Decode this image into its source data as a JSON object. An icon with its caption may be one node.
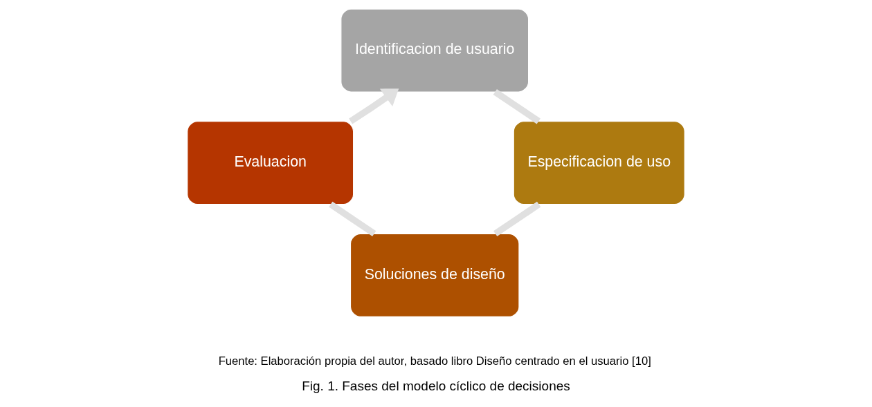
{
  "diagram": {
    "caption": "Fig. 1. Fases del modelo cíclico de decisiones",
    "nodes": [
      {
        "text": [
          "Identificacion de usuario"
        ]
      },
      {
        "text": [
          "Especificacion de uso"
        ]
      },
      {
        "text": [
          "Soluciones de diseño"
        ]
      },
      {
        "text": [
          "Evaluacion"
        ]
      }
    ],
    "edges": [
      {
        "from": 0,
        "to": 1,
        "arrow": "none"
      },
      {
        "from": 1,
        "to": 2,
        "arrow": "none"
      },
      {
        "from": 2,
        "to": 3,
        "arrow": "none"
      },
      {
        "from": 3,
        "to": 0,
        "arrow": "to"
      }
    ],
    "labels": [
      "Fuente: Elaboración propia del autor, basado libro Diseño centrado en el usuario [10]"
    ]
  }
}
